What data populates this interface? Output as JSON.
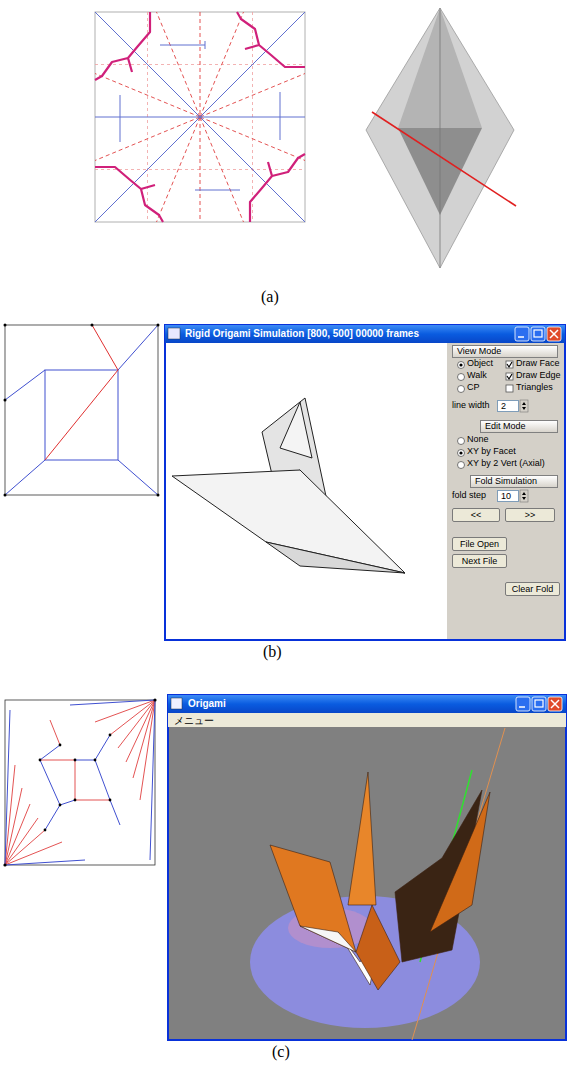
{
  "diagram": {
    "nodes": [
      {
        "text": [
          "Rigid Origami Simulation [800, 500] 00000 frames"
        ]
      },
      {
        "text": [
          "View Mode"
        ],
        "in": 0
      },
      {
        "text": [
          "2"
        ],
        "in": 0
      },
      {
        "text": [
          "Edit Mode"
        ],
        "in": 0
      },
      {
        "text": [
          "Fold Simulation"
        ],
        "in": 0
      },
      {
        "text": [
          "10"
        ],
        "in": 0
      },
      {
        "text": [
          "<<"
        ],
        "in": 0
      },
      {
        "text": [
          ">>"
        ],
        "in": 0
      },
      {
        "text": [
          "File Open"
        ],
        "in": 0
      },
      {
        "text": [
          "Next File"
        ],
        "in": 0
      },
      {
        "text": [
          "Clear Fold"
        ],
        "in": 0
      },
      {
        "text": [
          "Origami",
          "メニュー"
        ]
      }
    ],
    "labels": [
      "(a)",
      "Object",
      "Walk",
      "CP",
      "Draw Face",
      "Draw Edge",
      "Triangles",
      "line width",
      "None",
      "XY by Facet",
      "XY by 2 Vert (Axial)",
      "fold step",
      "(b)",
      "(c)"
    ]
  }
}
